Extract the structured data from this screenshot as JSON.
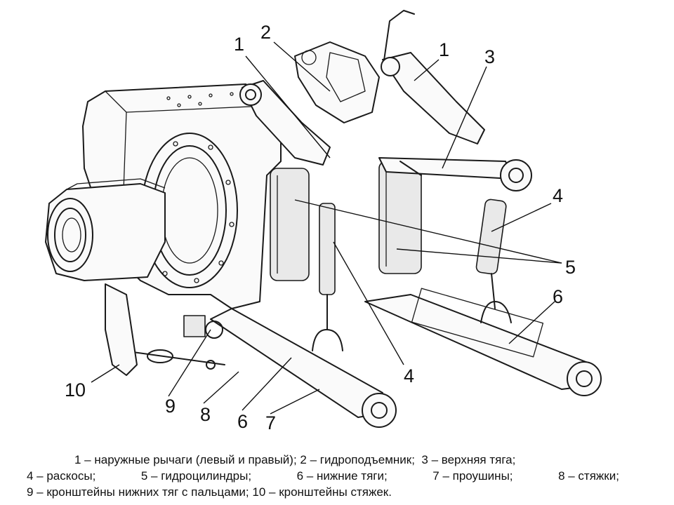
{
  "callouts": [
    {
      "id": "c1a",
      "text": "1"
    },
    {
      "id": "c2",
      "text": "2"
    },
    {
      "id": "c1b",
      "text": "1"
    },
    {
      "id": "c3",
      "text": "3"
    },
    {
      "id": "c4a",
      "text": "4"
    },
    {
      "id": "c5",
      "text": "5"
    },
    {
      "id": "c6a",
      "text": "6"
    },
    {
      "id": "c4b",
      "text": "4"
    },
    {
      "id": "c10",
      "text": "10"
    },
    {
      "id": "c9",
      "text": "9"
    },
    {
      "id": "c8",
      "text": "8"
    },
    {
      "id": "c6b",
      "text": "6"
    },
    {
      "id": "c7",
      "text": "7"
    }
  ],
  "caption": {
    "line1": [
      "1 – наружные рычаги (левый и правый);",
      "2 – гидроподъемник;",
      "3 – верхняя тяга;"
    ],
    "line2": [
      "4 – раскосы;",
      "5 – гидроцилиндры;",
      "6 – нижние тяги;",
      "7 – проушины;",
      "8 – стяжки;"
    ],
    "line3": [
      "9 – кронштейны нижних тяг с пальцами;",
      "10 – кронштейны стяжек."
    ]
  }
}
